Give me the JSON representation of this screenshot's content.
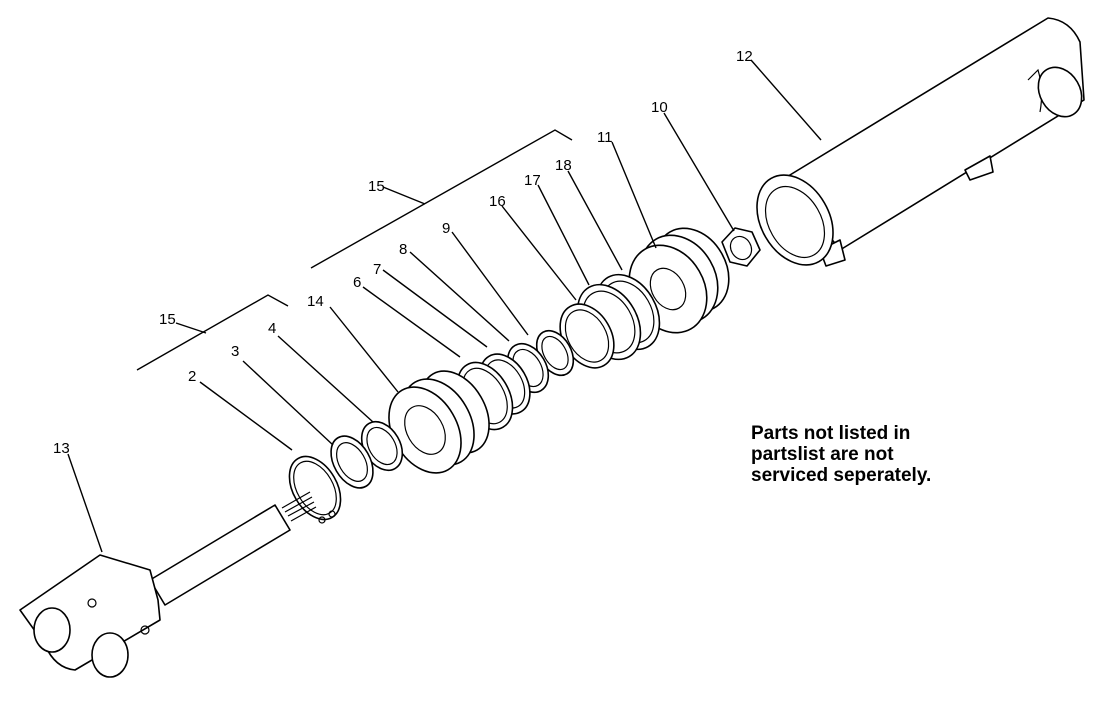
{
  "callouts": {
    "c2": "2",
    "c3": "3",
    "c4": "4",
    "c6": "6",
    "c7": "7",
    "c8": "8",
    "c9": "9",
    "c10": "10",
    "c11": "11",
    "c12": "12",
    "c13": "13",
    "c14": "14",
    "c15a": "15",
    "c15b": "15",
    "c16": "16",
    "c17": "17",
    "c18": "18"
  },
  "note": {
    "line1": "Parts not listed in",
    "line2": "partslist are not",
    "line3": "serviced seperately."
  }
}
